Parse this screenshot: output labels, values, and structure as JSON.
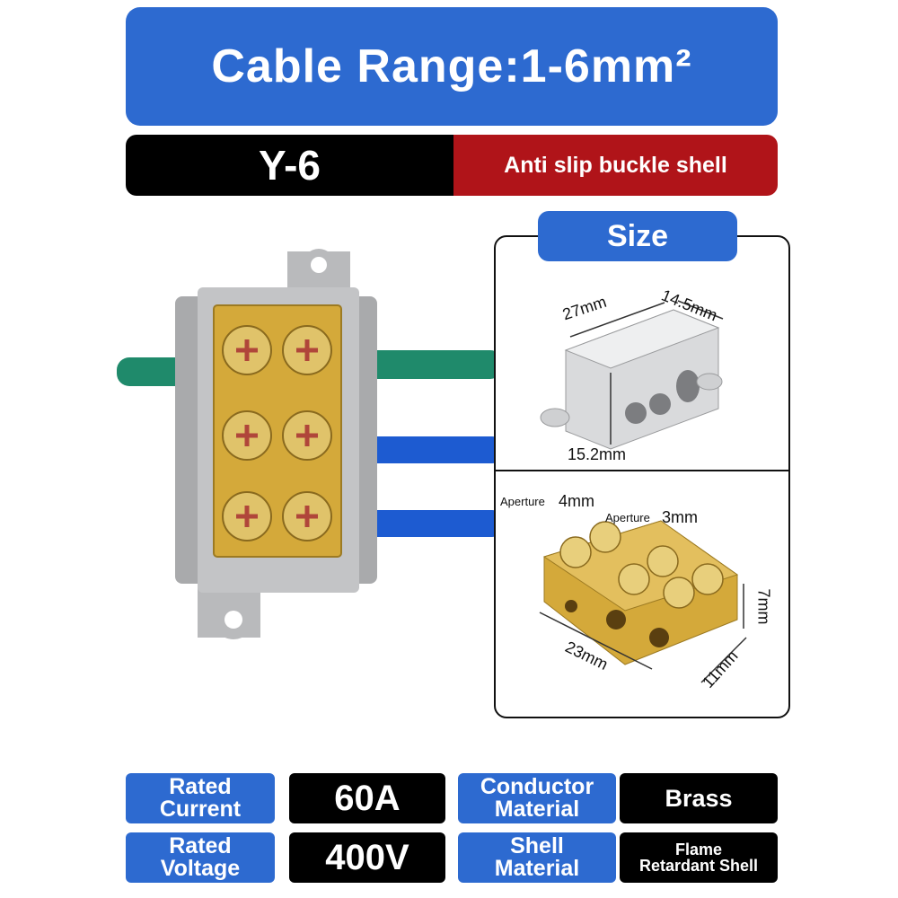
{
  "banner": {
    "title": "Cable Range:1-6mm²"
  },
  "model": {
    "code": "Y-6",
    "feature": "Anti slip buckle shell"
  },
  "size": {
    "heading": "Size",
    "shell": {
      "length": "27mm",
      "width": "14.5mm",
      "height": "15.2mm"
    },
    "conductor": {
      "aperture_label_1": "Aperture",
      "aperture_value_1": "4mm",
      "aperture_label_2": "Aperture",
      "aperture_value_2": "3mm",
      "height": "7mm",
      "length": "23mm",
      "width": "11mm"
    }
  },
  "specs": [
    {
      "label_line1": "Rated",
      "label_line2": "Current",
      "value": "60A"
    },
    {
      "label_line1": "Conductor",
      "label_line2": "Material",
      "value": "Brass"
    },
    {
      "label_line1": "Rated",
      "label_line2": "Voltage",
      "value": "400V"
    },
    {
      "label_line1": "Shell",
      "label_line2": "Material",
      "value_line1": "Flame",
      "value_line2": "Retardant Shell"
    }
  ],
  "colors": {
    "blue": "#2d6ad0",
    "black": "#000000",
    "red": "#b01419",
    "brass": "#d4a93a",
    "gray": "#b9babc"
  }
}
